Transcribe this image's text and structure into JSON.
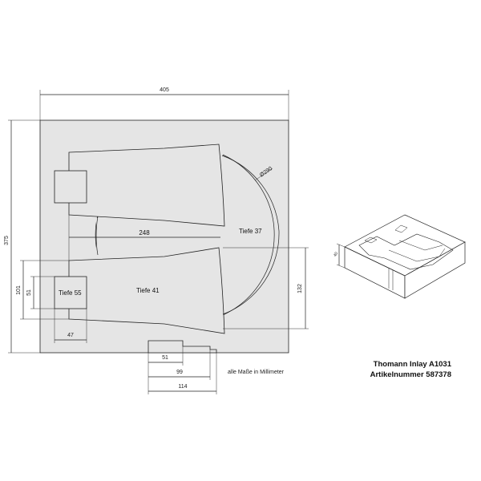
{
  "dimensions": {
    "width_total": "405",
    "height_total": "375",
    "diameter": "Ø290",
    "length_248": "248",
    "height_132": "132",
    "height_101": "101",
    "height_51_left": "51",
    "width_47": "47",
    "width_51_bottom": "51",
    "width_99": "99",
    "width_114": "114"
  },
  "labels": {
    "tiefe_37": "Tiefe 37",
    "tiefe_41": "Tiefe 41",
    "tiefe_55": "Tiefe 55",
    "units_note": "alle Maße in Millimeter",
    "small_dim": "40"
  },
  "title": {
    "line1": "Thomann Inlay A1031",
    "line2": "Artikelnummer 587378"
  },
  "colors": {
    "fill": "#e5e5e5",
    "stroke": "#222222",
    "background": "#ffffff"
  }
}
